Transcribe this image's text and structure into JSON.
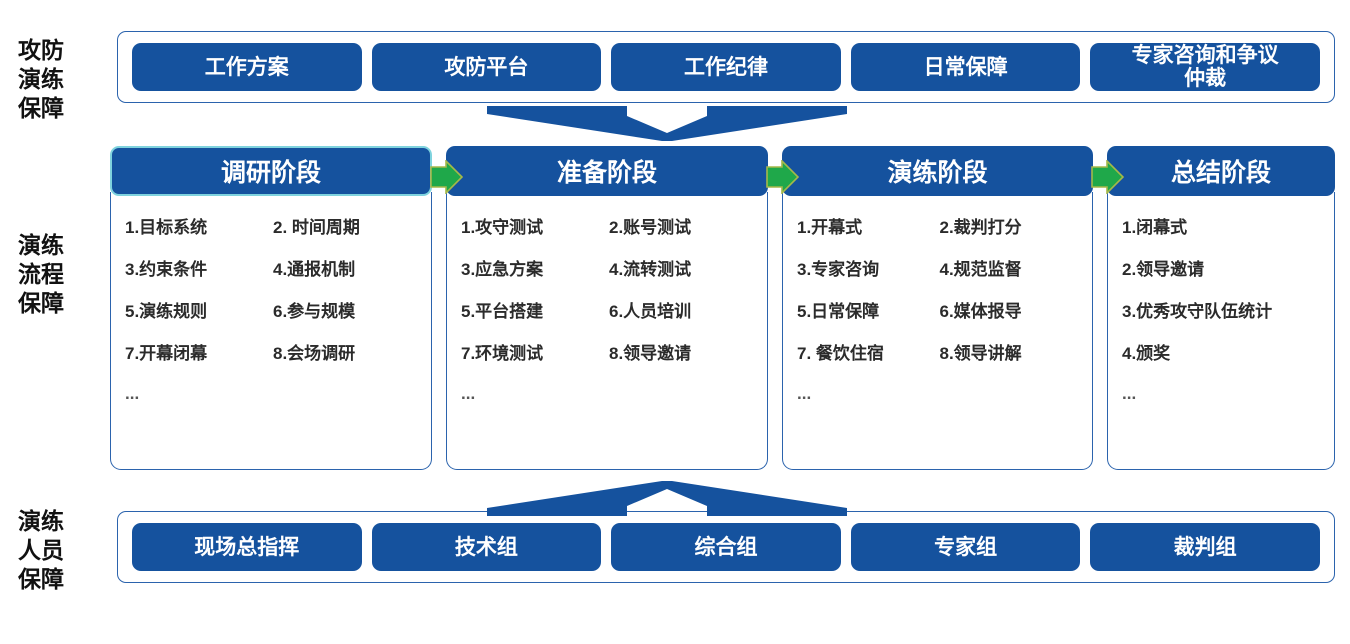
{
  "row_labels": {
    "top": [
      "攻防",
      "演练",
      "保障"
    ],
    "middle": [
      "演练",
      "流程",
      "保障"
    ],
    "bottom": [
      "演练",
      "人员",
      "保障"
    ]
  },
  "colors": {
    "primary_blue": "#15529e",
    "frame_blue": "#2b63ad",
    "arrow_green": "#1fa84a",
    "highlight_cyan": "#7fd3de",
    "text_dark": "#2b2b2b"
  },
  "support_row": {
    "name": "攻防演练保障",
    "items": [
      {
        "label": "工作方案"
      },
      {
        "label": "攻防平台"
      },
      {
        "label": "工作纪律"
      },
      {
        "label": "日常保障"
      },
      {
        "label": "专家咨询和争议\n仲裁"
      }
    ]
  },
  "phases": [
    {
      "title": "调研阶段",
      "highlighted": true,
      "items": [
        "1.目标系统",
        "2. 时间周期",
        "3.约束条件",
        "4.通报机制",
        "5.演练规则",
        "6.参与规模",
        "7.开幕闭幕",
        "8.会场调研"
      ],
      "more": "..."
    },
    {
      "title": "准备阶段",
      "highlighted": false,
      "items": [
        "1.攻守测试",
        "2.账号测试",
        "3.应急方案",
        "4.流转测试",
        "5.平台搭建",
        "6.人员培训",
        "7.环境测试",
        "8.领导邀请"
      ],
      "more": "..."
    },
    {
      "title": "演练阶段",
      "highlighted": false,
      "items": [
        "1.开幕式",
        "2.裁判打分",
        "3.专家咨询",
        "4.规范监督",
        "5.日常保障",
        "6.媒体报导",
        "7. 餐饮住宿",
        " 8.领导讲解"
      ],
      "more": "..."
    },
    {
      "title": "总结阶段",
      "highlighted": false,
      "single_column": true,
      "items": [
        "1.闭幕式",
        "2.领导邀请",
        "3.优秀攻守队伍统计",
        "4.颁奖"
      ],
      "more": "..."
    }
  ],
  "people_row": {
    "name": "演练人员保障",
    "items": [
      {
        "label": "现场总指挥"
      },
      {
        "label": "技术组"
      },
      {
        "label": "综合组"
      },
      {
        "label": "专家组"
      },
      {
        "label": "裁判组"
      }
    ]
  },
  "connectors": {
    "top_direction": "down",
    "bottom_direction": "up",
    "phase_arrow_count": 3
  }
}
